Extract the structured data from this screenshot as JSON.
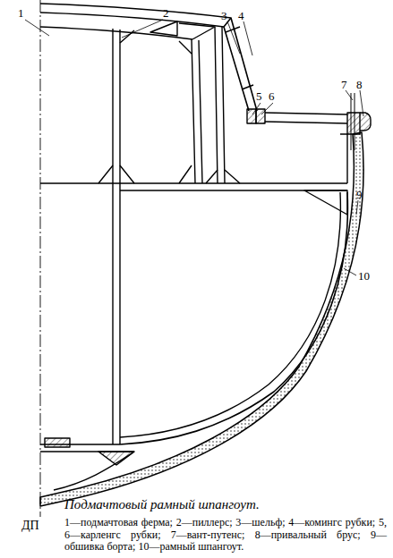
{
  "diagram": {
    "caption": "Подмачтовый рамный шпангоут.",
    "labels": [
      "1",
      "2",
      "3",
      "4",
      "5",
      "6",
      "7",
      "8",
      "9",
      "10",
      "ДП",
      "1—подмачтовая ферма;",
      "2—пиллерс;",
      "3—шельф;",
      "4—комингс рубки;",
      "5, 6—карленгс рубки;",
      "7—вант-путенс;",
      "8—привальный брус;",
      "9—обшивка борта;",
      "10—рамный шпангоут."
    ]
  }
}
